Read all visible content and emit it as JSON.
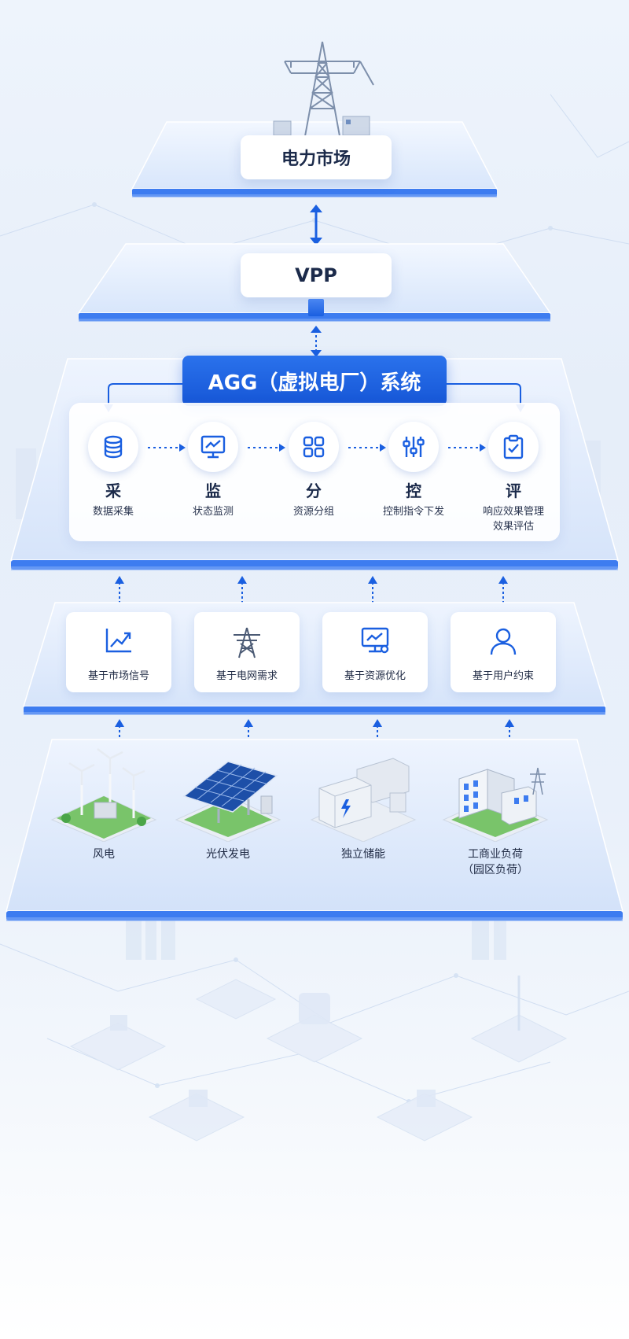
{
  "top_layer": {
    "title": "电力市场"
  },
  "vpp_layer": {
    "title": "VPP"
  },
  "agg_layer": {
    "title": "AGG（虚拟电厂）系统",
    "steps": [
      {
        "char": "采",
        "desc": "数据采集",
        "icon": "database-icon"
      },
      {
        "char": "监",
        "desc": "状态监测",
        "icon": "monitor-chart-icon"
      },
      {
        "char": "分",
        "desc": "资源分组",
        "icon": "grid-icon"
      },
      {
        "char": "控",
        "desc": "控制指令下发",
        "icon": "sliders-icon"
      },
      {
        "char": "评",
        "desc": "响应效果管理",
        "desc2": "效果评估",
        "icon": "clipboard-check-icon"
      }
    ]
  },
  "strategy_layer": {
    "cards": [
      {
        "label": "基于市场信号",
        "icon": "trend-chart-icon"
      },
      {
        "label": "基于电网需求",
        "icon": "power-tower-icon"
      },
      {
        "label": "基于资源优化",
        "icon": "monitor-optimize-icon"
      },
      {
        "label": "基于用户约束",
        "icon": "user-icon"
      }
    ]
  },
  "resource_layer": {
    "items": [
      {
        "label": "风电",
        "icon": "wind-turbine-icon"
      },
      {
        "label": "光伏发电",
        "icon": "solar-panel-icon"
      },
      {
        "label": "独立储能",
        "icon": "battery-storage-icon"
      },
      {
        "label": "工商业负荷",
        "label2": "（园区负荷）",
        "icon": "factory-icon"
      }
    ]
  },
  "colors": {
    "accent": "#1a5fe0",
    "platform_edge": "#3d7cf0",
    "banner": "#1e63e2"
  }
}
